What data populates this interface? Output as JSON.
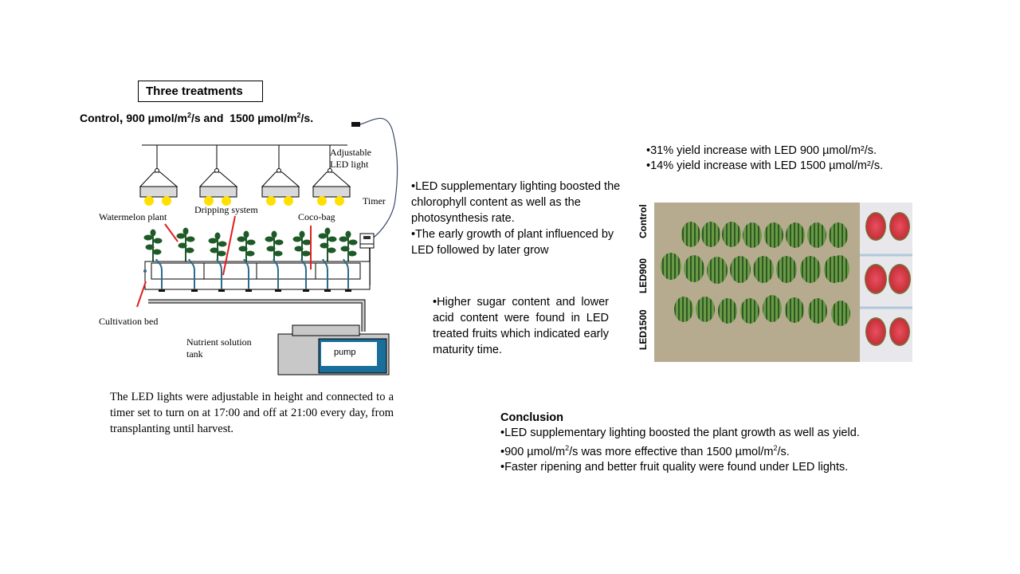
{
  "treatments": {
    "box_title": "Three treatments",
    "control": "Control",
    "separator": ",",
    "led900_prefix": "900 µmol/m",
    "led900_suffix": "/s and",
    "led1500_prefix": "1500 µmol/m",
    "led1500_suffix": "/s.",
    "superscript": "2"
  },
  "diagram": {
    "labels": {
      "adjustable_light_line1": "Adjustable",
      "adjustable_light_line2": "LED light",
      "timer": "Timer",
      "watermelon_plant": "Watermelon plant",
      "dripping_system": "Dripping system",
      "coco_bag": "Coco-bag",
      "cultivation_bed": "Cultivation bed",
      "nutrient_tank_line1": "Nutrient solution",
      "nutrient_tank_line2": "tank",
      "pump": "pump"
    },
    "description": "The LED lights were adjustable in height and connected to a timer set to turn on at 17:00 and off at 21:00 every day, from transplanting until harvest."
  },
  "findings": {
    "led_effects": [
      "•LED supplementary lighting boosted the chlorophyll content as well as the photosynthesis rate.",
      "•The early growth of plant influenced by LED followed by later grow"
    ],
    "fruit_quality": "•Higher sugar content and lower acid content were found in LED treated fruits which indicated early maturity time.",
    "yield": [
      "•31% yield increase with LED 900 µmol/m²/s.",
      "•14% yield increase with LED 1500 µmol/m²/s."
    ]
  },
  "photo_labels": [
    "Control",
    "LED900",
    "LED1500"
  ],
  "conclusion": {
    "title": "Conclusion",
    "item1": "•LED supplementary lighting boosted the plant growth as well as yield.",
    "item2_prefix": "•900 µmol/m",
    "item2_middle": "/s was more effective than 1500 µmol/m",
    "item2_suffix": "/s.",
    "superscript": "2",
    "item3": "•Faster ripening and better fruit quality were found under LED lights."
  },
  "colors": {
    "plant": "#1e5a28",
    "dripper": "#2e6a8a",
    "red_pointer": "#e02020",
    "lamp_bulb": "#ffe000",
    "tank_blue": "#1a6e9a",
    "tank_gray": "#c8c8c8",
    "watermelon": "#5c8a3c"
  }
}
